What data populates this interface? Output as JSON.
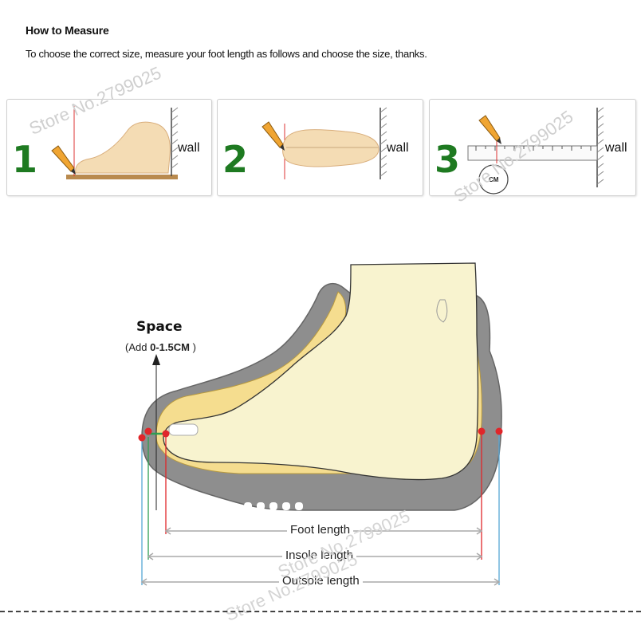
{
  "header": {
    "title": "How to Measure",
    "subtitle": "To choose the correct size, measure your foot length as follows and choose the size, thanks."
  },
  "steps": [
    {
      "number": "1",
      "wall_label": "wall"
    },
    {
      "number": "2",
      "wall_label": "wall"
    },
    {
      "number": "3",
      "wall_label": "wall",
      "tape_label": "CM"
    }
  ],
  "diagram": {
    "space_label": "Space",
    "add_prefix": "(Add",
    "add_value": "0-1.5CM",
    "add_suffix": ")",
    "foot_length_label": "Foot length",
    "insole_length_label": "Insole length",
    "outsole_length_label": "Outsole length"
  },
  "watermarks": {
    "text_1": "Store No.2799025",
    "text_2": "Store No.2799025",
    "text_3": "Store No.2799025",
    "text_4": "Store No.2799025"
  },
  "colors": {
    "step_green": "#1e7a21",
    "foot_fill": "#f8f3cf",
    "insole_fill": "#f5dd8f",
    "sole_fill": "#8e8e8e",
    "marker_red": "#e0262a",
    "guide_blue": "#56a7d6",
    "guide_green": "#2e9e52"
  }
}
